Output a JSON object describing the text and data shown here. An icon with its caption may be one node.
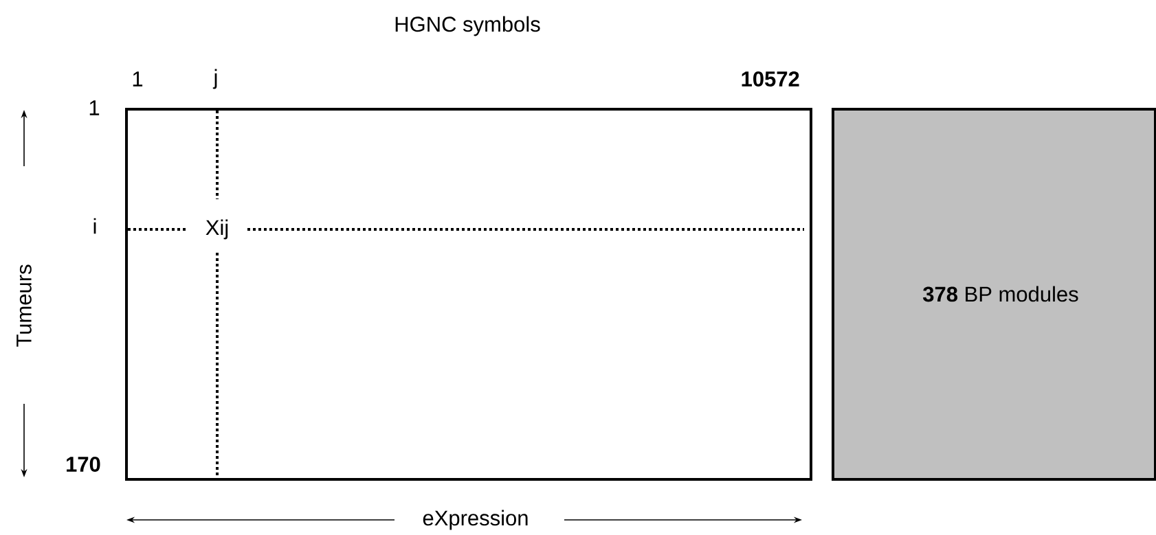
{
  "diagram": {
    "title": "HGNC symbols",
    "nodes": [
      {
        "text": [
          "Xij"
        ]
      },
      {
        "text": [
          "**378** BP modules"
        ]
      }
    ],
    "edges": [],
    "labels": [
      "1",
      "j",
      "10572",
      "1",
      "i",
      "170",
      "Tumeurs",
      "eXpression"
    ]
  }
}
